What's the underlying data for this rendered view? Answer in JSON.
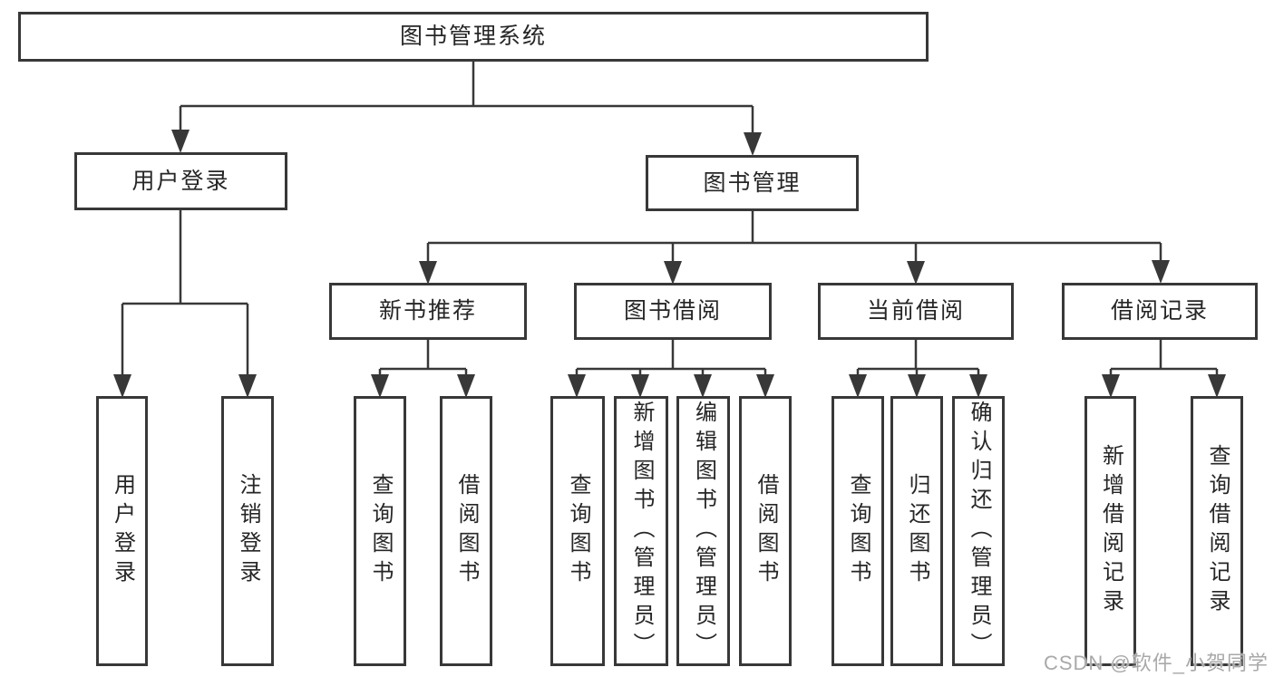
{
  "diagram": {
    "root": {
      "label": "图书管理系统"
    },
    "level2": [
      {
        "label": "用户登录",
        "children": [
          {
            "label": "用户登录"
          },
          {
            "label": "注销登录"
          }
        ]
      },
      {
        "label": "图书管理",
        "children": [
          {
            "label": "新书推荐",
            "children": [
              {
                "label": "查询图书"
              },
              {
                "label": "借阅图书"
              }
            ]
          },
          {
            "label": "图书借阅",
            "children": [
              {
                "label": "查询图书"
              },
              {
                "label": "新增图书（管理员）"
              },
              {
                "label": "编辑图书（管理员）"
              },
              {
                "label": "借阅图书"
              }
            ]
          },
          {
            "label": "当前借阅",
            "children": [
              {
                "label": "查询图书"
              },
              {
                "label": "归还图书"
              },
              {
                "label": "确认归还（管理员）"
              }
            ]
          },
          {
            "label": "借阅记录",
            "children": [
              {
                "label": "新增借阅记录"
              },
              {
                "label": "查询借阅记录"
              }
            ]
          }
        ]
      }
    ]
  },
  "watermark": {
    "text": "CSDN @软件_小贺同学"
  },
  "colors": {
    "line": "#383838",
    "box_border": "#383838",
    "text": "#262626",
    "background": "#ffffff",
    "watermark": "#a9a9a9"
  }
}
